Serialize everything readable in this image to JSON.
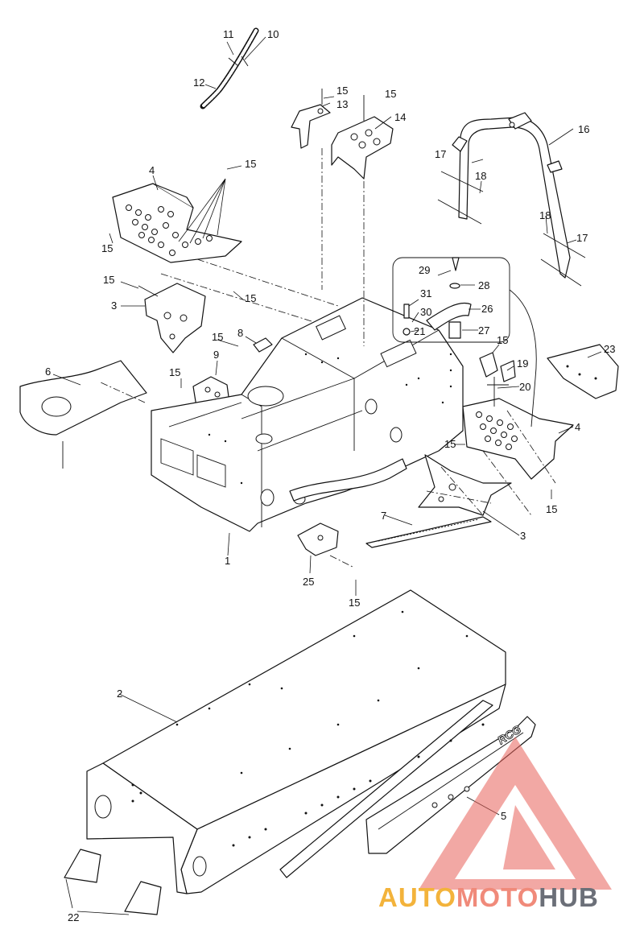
{
  "callouts": {
    "c1": "1",
    "c2": "2",
    "c3a": "3",
    "c3b": "3",
    "c4a": "4",
    "c4b": "4",
    "c5": "5",
    "c6": "6",
    "c7": "7",
    "c8": "8",
    "c9": "9",
    "c10": "10",
    "c11": "11",
    "c12": "12",
    "c13": "13",
    "c14": "14",
    "c15a": "15",
    "c15b": "15",
    "c15c": "15",
    "c15d": "15",
    "c15e": "15",
    "c15f": "15",
    "c15g": "15",
    "c15h": "15",
    "c15i": "15",
    "c15j": "15",
    "c15k": "15",
    "c15l": "15",
    "c16": "16",
    "c17a": "17",
    "c17b": "17",
    "c18a": "18",
    "c18b": "18",
    "c19": "19",
    "c20": "20",
    "c21": "21",
    "c22": "22",
    "c23": "23",
    "c25": "25",
    "c26": "26",
    "c27": "27",
    "c28": "28",
    "c29": "29",
    "c30": "30",
    "c31": "31"
  },
  "plate_marking": "RCG",
  "watermark": {
    "part1": "AUTO",
    "part2": "MOTO",
    "part3": "HUB"
  },
  "colors": {
    "line": "#111111",
    "watermark_red": "#e8625a",
    "watermark_yellow": "#f3b33b",
    "watermark_gray": "#6b6f78"
  }
}
